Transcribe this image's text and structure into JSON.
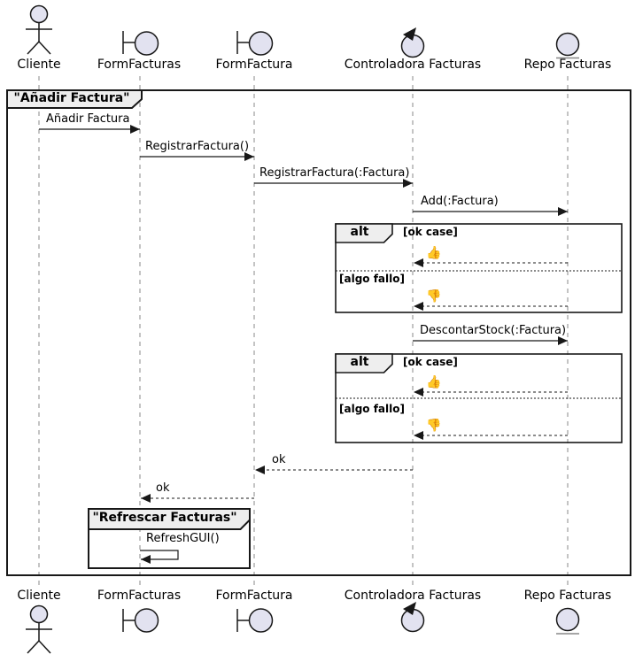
{
  "diagram_type": "uml-sequence-diagram",
  "colors": {
    "icon_fill": "#E2E2F0",
    "line": "#181818",
    "frame_tab_fill": "#EEEEEE",
    "lifeline": "#888888"
  },
  "participants": [
    {
      "name": "Cliente",
      "type": "actor"
    },
    {
      "name": "FormFacturas",
      "type": "boundary"
    },
    {
      "name": "FormFactura",
      "type": "boundary"
    },
    {
      "name": "Controladora Facturas",
      "type": "control"
    },
    {
      "name": "Repo Facturas",
      "type": "entity"
    }
  ],
  "main_frame": {
    "title": "\"Añadir Factura\""
  },
  "refresh_frame": {
    "title": "\"Refrescar Facturas\""
  },
  "messages": {
    "anadir_factura": "Añadir Factura",
    "registrar_factura": "RegistrarFactura()",
    "registrar_factura_param": "RegistrarFactura(:Factura)",
    "add_factura": "Add(:Factura)",
    "descontar_stock": "DescontarStock(:Factura)",
    "ok_reply_1": "ok",
    "ok_reply_2": "ok",
    "refresh_gui": "RefreshGUI()"
  },
  "alt_fragments": [
    {
      "operator": "alt",
      "guards": [
        "[ok case]",
        "[algo fallo]"
      ],
      "replies": [
        "👍",
        "👎"
      ]
    },
    {
      "operator": "alt",
      "guards": [
        "[ok case]",
        "[algo fallo]"
      ],
      "replies": [
        "👍",
        "👎"
      ]
    }
  ]
}
